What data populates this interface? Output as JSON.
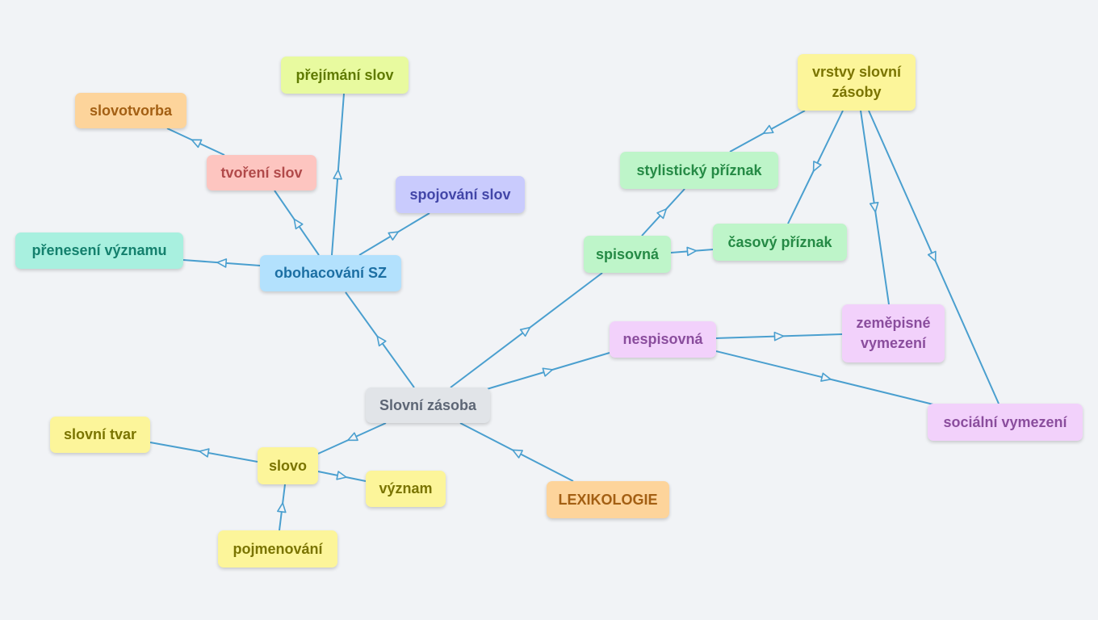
{
  "nodes": {
    "slovni_zasoba": "Slovní zásoba",
    "obohacovani": "obohacování SZ",
    "tvoreni": "tvoření slov",
    "slovotvorba": "slovotvorba",
    "prejimani": "přejímání slov",
    "spojovani": "spojování slov",
    "preneseni": "přenesení významu",
    "slovo": "slovo",
    "slovni_tvar": "slovní tvar",
    "vyznam": "význam",
    "pojmenovani": "pojmenování",
    "lexikologie": "LEXIKOLOGIE",
    "spisovna": "spisovná",
    "nespisovna": "nespisovná",
    "stylisticky": "stylistický příznak",
    "casovy": "časový příznak",
    "vrstvy": "vrstvy slovní zásoby",
    "zemepisne": "zeměpisné vymezení",
    "socialni": "sociální vymezení"
  },
  "colors": {
    "edge": "#4a9fcf",
    "background": "#f1f3f6"
  }
}
